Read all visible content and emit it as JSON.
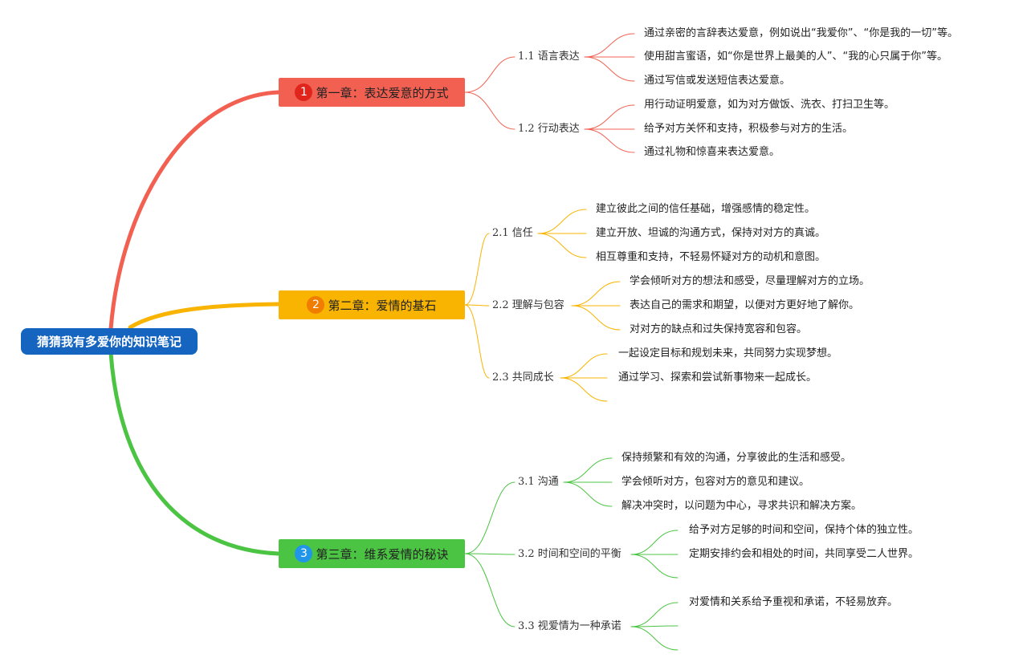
{
  "root": {
    "title": "猜猜我有多爱你的知识笔记",
    "color": "#1565c0"
  },
  "chapters": [
    {
      "num": "1",
      "title": "第一章：表达爱意的方式",
      "color": "#f26052",
      "badge_color": "#e0261c",
      "sections": [
        {
          "title": "1.1 语言表达",
          "items": [
            "通过亲密的言辞表达爱意，例如说出“我爱你”、“你是我的一切”等。",
            "使用甜言蜜语，如“你是世界上最美的人”、“我的心只属于你”等。",
            "通过写信或发送短信表达爱意。"
          ]
        },
        {
          "title": "1.2 行动表达",
          "items": [
            "用行动证明爱意，如为对方做饭、洗衣、打扫卫生等。",
            "给予对方关怀和支持，积极参与对方的生活。",
            "通过礼物和惊喜来表达爱意。"
          ]
        }
      ]
    },
    {
      "num": "2",
      "title": "第二章：爱情的基石",
      "color": "#f8b400",
      "badge_color": "#f07c00",
      "sections": [
        {
          "title": "2.1 信任",
          "items": [
            "建立彼此之间的信任基础，增强感情的稳定性。",
            "建立开放、坦诚的沟通方式，保持对对方的真诚。",
            "相互尊重和支持，不轻易怀疑对方的动机和意图。"
          ]
        },
        {
          "title": "2.2 理解与包容",
          "items": [
            "学会倾听对方的想法和感受，尽量理解对方的立场。",
            "表达自己的需求和期望，以便对方更好地了解你。",
            "对对方的缺点和过失保持宽容和包容。"
          ]
        },
        {
          "title": "2.3 共同成长",
          "items": [
            "一起设定目标和规划未来，共同努力实现梦想。",
            "通过学习、探索和尝试新事物来一起成长。",
            ""
          ]
        }
      ]
    },
    {
      "num": "3",
      "title": "第三章：维系爱情的秘诀",
      "color": "#4cc443",
      "badge_color": "#2196e8",
      "sections": [
        {
          "title": "3.1 沟通",
          "items": [
            "保持频繁和有效的沟通，分享彼此的生活和感受。",
            "学会倾听对方，包容对方的意见和建议。",
            "解决冲突时，以问题为中心，寻求共识和解决方案。"
          ]
        },
        {
          "title": "3.2 时间和空间的平衡",
          "items": [
            "给予对方足够的时间和空间，保持个体的独立性。",
            "定期安排约会和相处的时间，共同享受二人世界。",
            ""
          ]
        },
        {
          "title": "3.3 视爱情为一种承诺",
          "items": [
            "对爱情和关系给予重视和承诺，不轻易放弃。",
            "",
            ""
          ]
        }
      ]
    }
  ]
}
